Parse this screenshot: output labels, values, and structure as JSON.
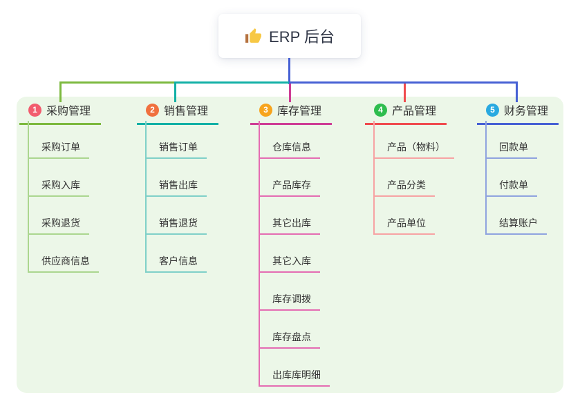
{
  "root": {
    "title": "ERP 后台",
    "icon": "thumbs-up-icon"
  },
  "branches": [
    {
      "number": "1",
      "title": "采购管理",
      "badge_color": "#F25C6E",
      "line_color": "#7CB93E",
      "leaf_line_color": "#ABD68F",
      "leaves": [
        "采购订单",
        "采购入库",
        "采购退货",
        "供应商信息"
      ]
    },
    {
      "number": "2",
      "title": "销售管理",
      "badge_color": "#F0703E",
      "line_color": "#12B0A6",
      "leaf_line_color": "#7FD0C8",
      "leaves": [
        "销售订单",
        "销售出库",
        "销售退货",
        "客户信息"
      ]
    },
    {
      "number": "3",
      "title": "库存管理",
      "badge_color": "#F7A41D",
      "line_color": "#CE3D95",
      "leaf_line_color": "#E46CB2",
      "leaves": [
        "仓库信息",
        "产品库存",
        "其它出库",
        "其它入库",
        "库存调拨",
        "库存盘点",
        "出库库明细"
      ]
    },
    {
      "number": "4",
      "title": "产品管理",
      "badge_color": "#2EBD4E",
      "line_color": "#F04B4E",
      "leaf_line_color": "#F7A2A3",
      "leaves": [
        "产品（物料）",
        "产品分类",
        "产品单位"
      ]
    },
    {
      "number": "5",
      "title": "财务管理",
      "badge_color": "#29A9E0",
      "line_color": "#4660D4",
      "leaf_line_color": "#8FA3DF",
      "leaves": [
        "回款单",
        "付款单",
        "结算账户"
      ]
    }
  ],
  "colors": {
    "root_line": "#4660D4",
    "panel_bg": "#ECF7E8",
    "icon_yellow": "#F7C845",
    "icon_brown": "#B5713F"
  }
}
